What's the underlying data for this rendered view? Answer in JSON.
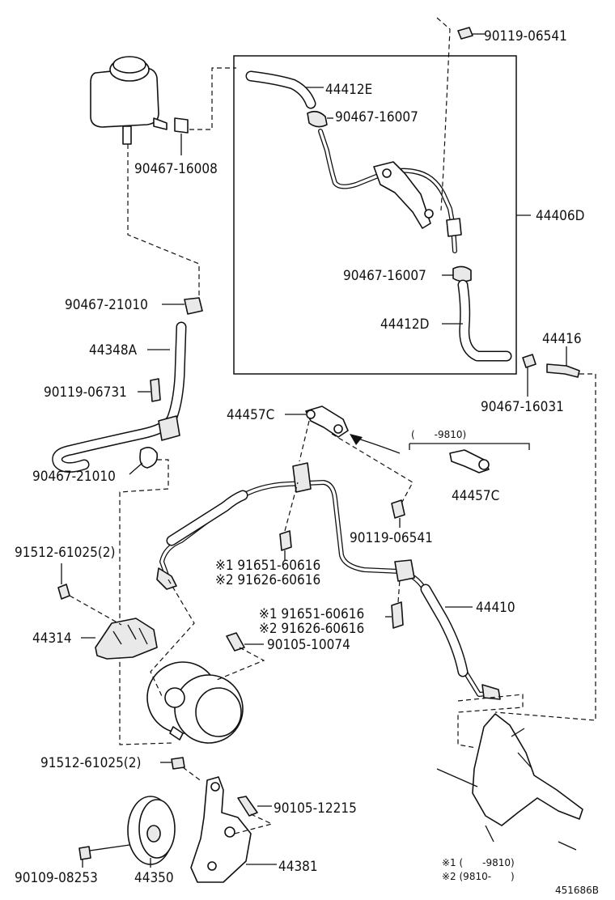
{
  "diagram_id": "451686B",
  "labels": {
    "l_44412E": "44412E",
    "l_90467_16007_a": "90467-16007",
    "l_90119_06541_top": "90119-06541",
    "l_90467_16008": "90467-16008",
    "l_44406D": "44406D",
    "l_90467_16007_b": "90467-16007",
    "l_44412D": "44412D",
    "l_90467_21010_a": "90467-21010",
    "l_44348A": "44348A",
    "l_90119_06731": "90119-06731",
    "l_90467_21010_b": "90467-21010",
    "l_44416": "44416",
    "l_90467_16031": "90467-16031",
    "l_44457C_a": "44457C",
    "l_44457C_b": "44457C",
    "l_90119_06541_mid": "90119-06541",
    "l_91512_61025_a": "91512-61025(2)",
    "l_91651_60616_a": "※1 91651-60616",
    "l_91626_60616_a": "※2 91626-60616",
    "l_44314": "44314",
    "l_91651_60616_b": "※1 91651-60616",
    "l_91626_60616_b": "※2 91626-60616",
    "l_44410": "44410",
    "l_90105_10074": "90105-10074",
    "l_91512_61025_b": "91512-61025(2)",
    "l_90105_12215": "90105-12215",
    "l_90109_08253": "90109-08253",
    "l_44350": "44350",
    "l_44381": "44381"
  },
  "notes": {
    "bracket_range": "(　　-9810)",
    "footnote_1": "※1 (　　-9810)",
    "footnote_2": "※2 (9810-　　)"
  }
}
